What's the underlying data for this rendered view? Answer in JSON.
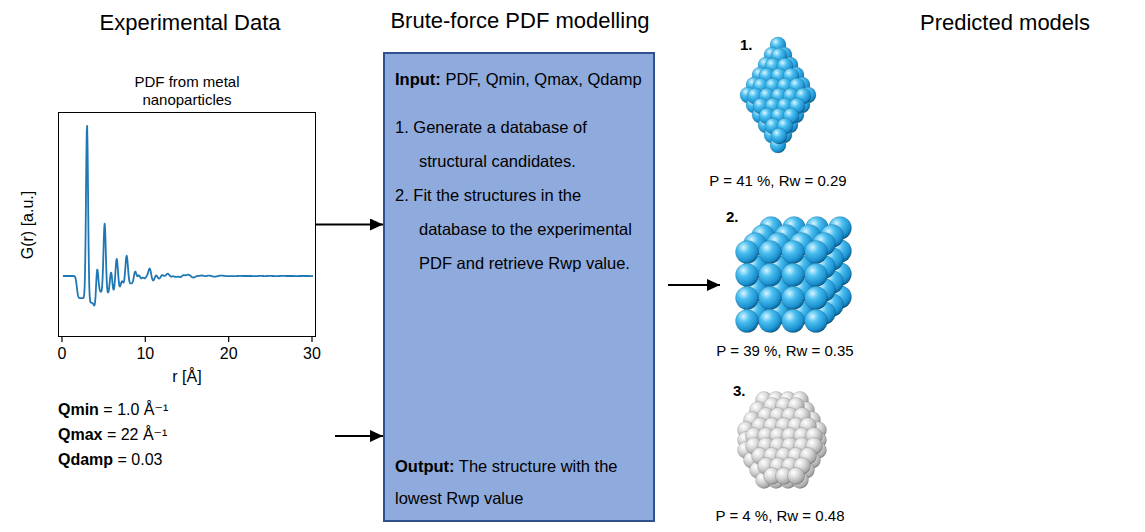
{
  "diagram": {
    "nodes": [
      {
        "text": [
          "PDF from metal nanoparticles"
        ]
      },
      {
        "text": [
          "Input: PDF, Qmin, Qmax, Qdamp",
          "1. Generate a database of structural candidates.",
          "2. Fit the structures in the database to the experimental PDF and retrieve Rwp value.",
          "Output: The structure with the lowest Rwp value"
        ]
      }
    ],
    "edges": [
      {
        "from": 0,
        "to": 1,
        "arrow": "to"
      }
    ],
    "labels": [
      "Experimental Data",
      "Brute-force PDF modelling",
      "Predicted models",
      "G(r) [a.u.]",
      "0",
      "10",
      "20",
      "30",
      "r [Å]",
      "Qmin = 1.0 Å⁻¹",
      "Qmax = 22 Å⁻¹",
      "Qdamp = 0.03",
      "1.",
      "P = 41 %, Rw = 0.29",
      "2.",
      "P = 39 %, Rw = 0.35",
      "3.",
      "P = 4 %, Rw = 0.48"
    ]
  }
}
